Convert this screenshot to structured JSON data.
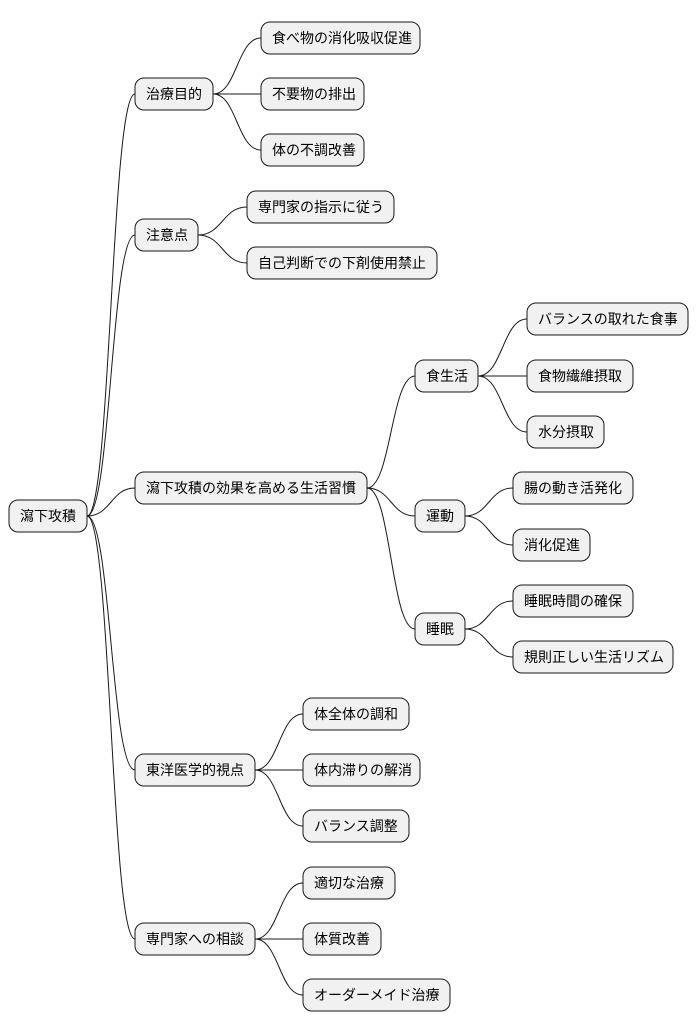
{
  "mindmap": {
    "root": {
      "label": "瀉下攻積",
      "children": [
        {
          "label": "治療目的",
          "children": [
            {
              "label": "食べ物の消化吸収促進"
            },
            {
              "label": "不要物の排出"
            },
            {
              "label": "体の不調改善"
            }
          ]
        },
        {
          "label": "注意点",
          "children": [
            {
              "label": "専門家の指示に従う"
            },
            {
              "label": "自己判断での下剤使用禁止"
            }
          ]
        },
        {
          "label": "瀉下攻積の効果を高める生活習慣",
          "children": [
            {
              "label": "食生活",
              "children": [
                {
                  "label": "バランスの取れた食事"
                },
                {
                  "label": "食物繊維摂取"
                },
                {
                  "label": "水分摂取"
                }
              ]
            },
            {
              "label": "運動",
              "children": [
                {
                  "label": "腸の動き活発化"
                },
                {
                  "label": "消化促進"
                }
              ]
            },
            {
              "label": "睡眠",
              "children": [
                {
                  "label": "睡眠時間の確保"
                },
                {
                  "label": "規則正しい生活リズム"
                }
              ]
            }
          ]
        },
        {
          "label": "東洋医学的視点",
          "children": [
            {
              "label": "体全体の調和"
            },
            {
              "label": "体内滞りの解消"
            },
            {
              "label": "バランス調整"
            }
          ]
        },
        {
          "label": "専門家への相談",
          "children": [
            {
              "label": "適切な治療"
            },
            {
              "label": "体質改善"
            },
            {
              "label": "オーダーメイド治療"
            }
          ]
        }
      ]
    }
  }
}
